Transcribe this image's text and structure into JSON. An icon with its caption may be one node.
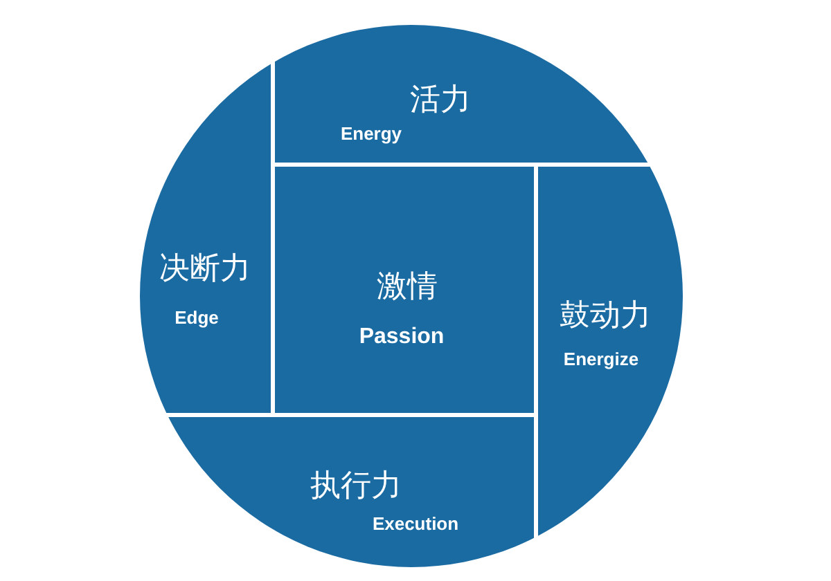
{
  "diagram": {
    "nodes": [
      {
        "text": [
          "活力",
          "Energy"
        ]
      },
      {
        "text": [
          "决断力",
          "Edge"
        ]
      },
      {
        "text": [
          "激情",
          "Passion"
        ]
      },
      {
        "text": [
          "鼓动力",
          "Energize"
        ]
      },
      {
        "text": [
          "执行力",
          "Execution"
        ]
      }
    ]
  }
}
